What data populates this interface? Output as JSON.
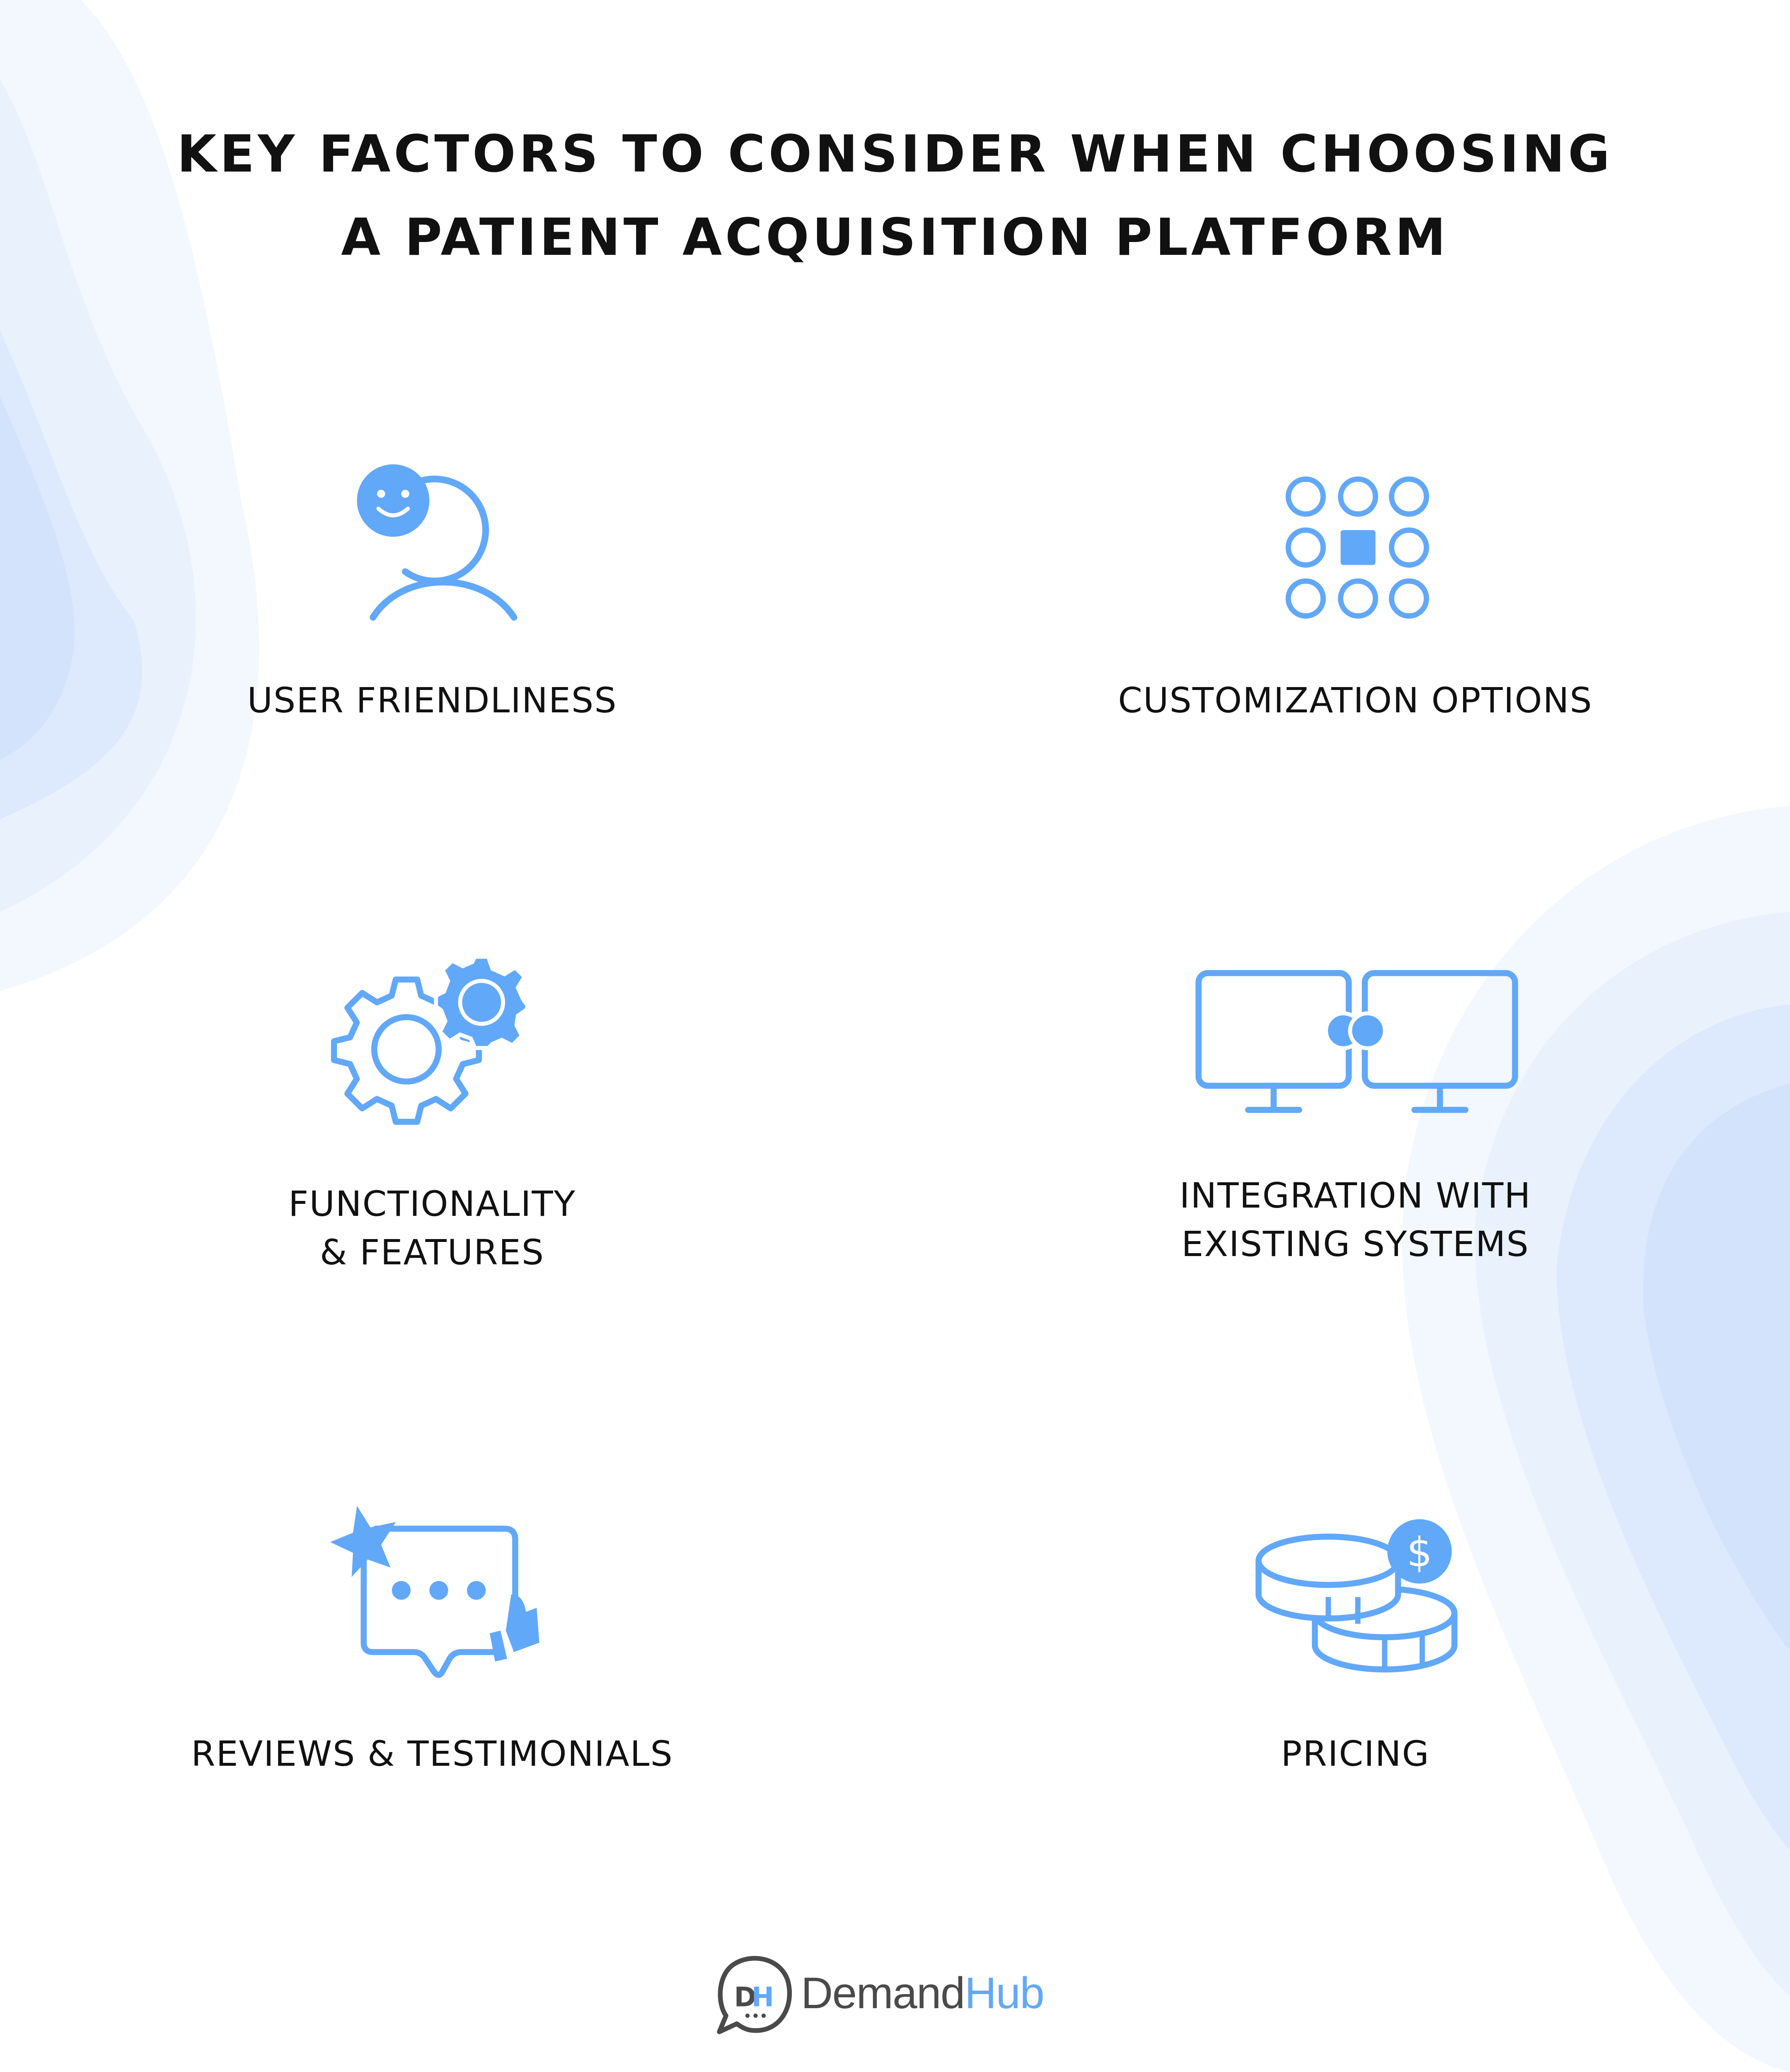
{
  "title": {
    "line1": "KEY FACTORS TO CONSIDER WHEN CHOOSING",
    "line2": "A PATIENT ACQUISITION PLATFORM"
  },
  "factors": [
    {
      "label": "USER FRIENDLINESS",
      "icon": "user-smile-icon"
    },
    {
      "label": "CUSTOMIZATION OPTIONS",
      "icon": "grid-options-icon"
    },
    {
      "label_line1": "FUNCTIONALITY",
      "label_line2": "& FEATURES",
      "icon": "gears-icon"
    },
    {
      "label_line1": "INTEGRATION WITH",
      "label_line2": "EXISTING SYSTEMS",
      "icon": "connected-monitors-icon"
    },
    {
      "label": "REVIEWS & TESTIMONIALS",
      "icon": "review-chat-icon"
    },
    {
      "label": "PRICING",
      "icon": "coins-icon"
    }
  ],
  "logo": {
    "demand": "Demand",
    "hub": "Hub",
    "mark": "DH"
  },
  "colors": {
    "accent": "#62a8f8",
    "text": "#111111",
    "logo_gray": "#4a4a4a",
    "bg_blob": "#eef4fe"
  }
}
